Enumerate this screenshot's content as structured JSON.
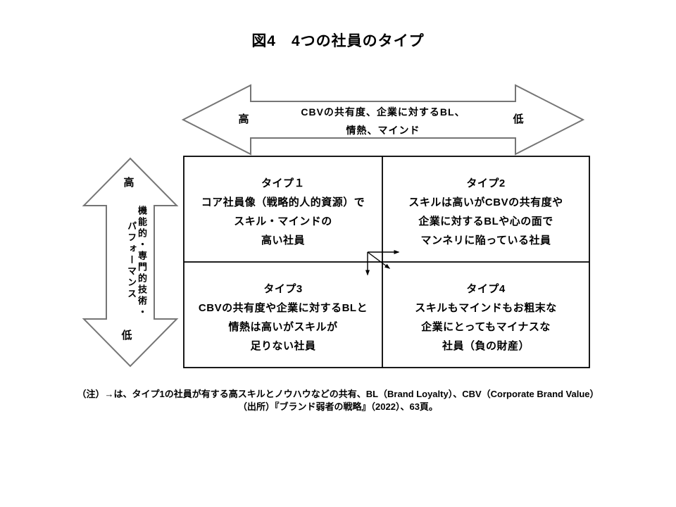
{
  "title": "図4　4つの社員のタイプ",
  "axes": {
    "horizontal": {
      "label_line1": "CBVの共有度、企業に対するBL、",
      "label_line2": "情熱、マインド",
      "left_label": "高",
      "right_label": "低"
    },
    "vertical": {
      "label_col1": "機能的・専門的技術・",
      "label_col2": "パフォーマンス",
      "top_label": "高",
      "bottom_label": "低"
    }
  },
  "quadrants": [
    {
      "name": "タイプ１",
      "lines": [
        "コア社員像（戦略的人的資源）で",
        "スキル・マインドの",
        "高い社員"
      ]
    },
    {
      "name": "タイプ2",
      "lines": [
        "スキルは高いがCBVの共有度や",
        "企業に対するBLや心の面で",
        "マンネリに陥っている社員"
      ]
    },
    {
      "name": "タイプ3",
      "lines": [
        "CBVの共有度や企業に対するBLと",
        "情熱は高いがスキルが",
        "足りない社員"
      ]
    },
    {
      "name": "タイプ4",
      "lines": [
        "スキルもマインドもお粗末な",
        "企業にとってもマイナスな",
        "社員（負の財産）"
      ]
    }
  ],
  "notes": {
    "line1": "（注）→は、タイプ1の社員が有する高スキルとノウハウなどの共有、BL（Brand Loyalty）、CBV（Corporate Brand Value）",
    "line2": "（出所）『ブランド弱者の戦略』（2022）、63頁。"
  },
  "colors": {
    "ink": "#000000",
    "block_arrow_outline": "#757575",
    "background": "#ffffff"
  }
}
